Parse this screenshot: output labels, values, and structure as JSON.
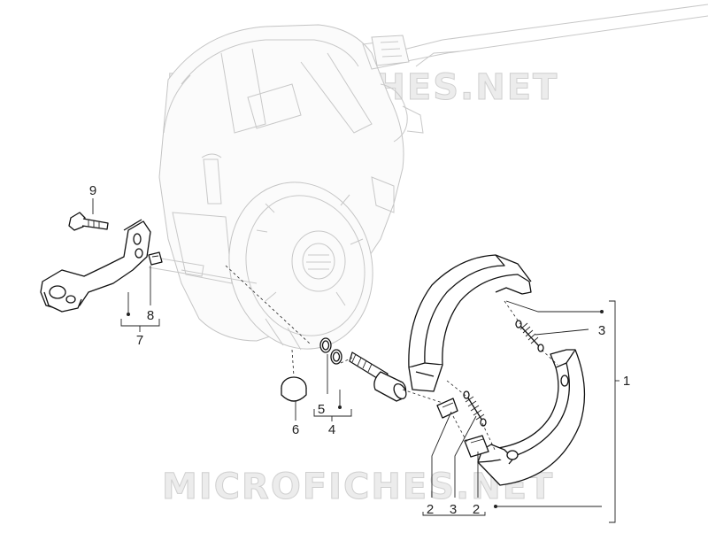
{
  "watermark": {
    "top": "MICROFICHES.NET",
    "bottom": "MICROFICHES.NET"
  },
  "callouts": {
    "c1": "1",
    "c2a": "2",
    "c2b": "2",
    "c3a": "3",
    "c3b": "3",
    "c4": "4",
    "c5": "5",
    "c6": "6",
    "c7": "7",
    "c8": "8",
    "c9": "9"
  }
}
